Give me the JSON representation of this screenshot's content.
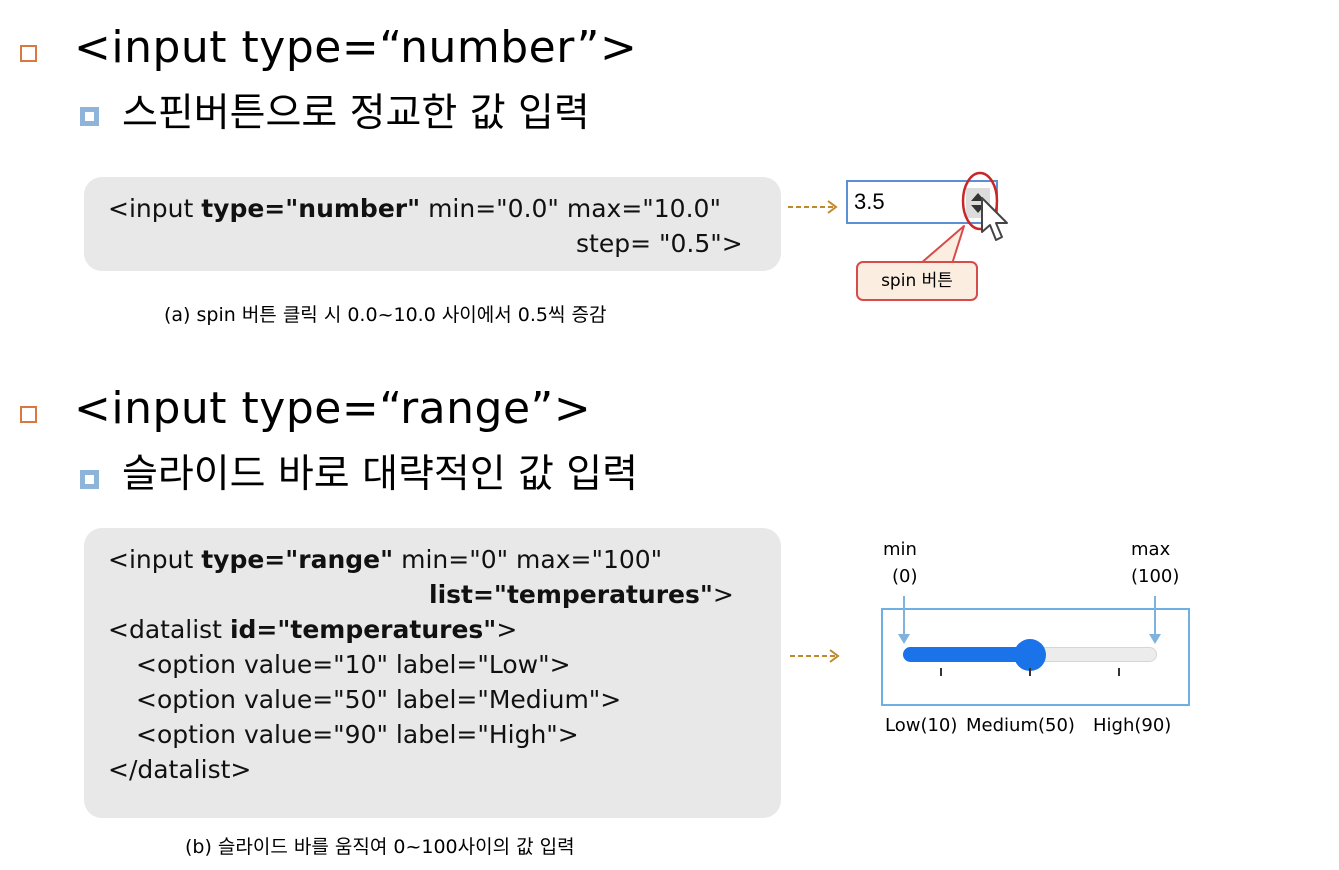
{
  "section1": {
    "heading": "<input type=“number”>",
    "subheading": "스핀버튼으로 정교한 값 입력",
    "code": {
      "l1_a": "<input ",
      "l1_b": "type=\"number\"",
      "l1_c": "  min=\"0.0\"  max=\"10.0\"",
      "l2": "step=  \"0.5\">"
    },
    "caption": "(a) spin 버튼 클릭 시 0.0~10.0 사이에서 0.5씩 증감",
    "demo": {
      "value": "3.5",
      "callout": "spin 버튼"
    }
  },
  "section2": {
    "heading": "<input type=“range”>",
    "subheading": "슬라이드 바로 대략적인 값 입력",
    "code": {
      "l1_a": "<input ",
      "l1_b": "type=\"range\"",
      "l1_c": "  min=\"0\"  max=\"100\"",
      "l2_b": "list=\"temperatures\"",
      "l2_c": ">",
      "l3_a": "<datalist ",
      "l3_b": "id=\"temperatures\"",
      "l3_c": ">",
      "l4": "<option value=\"10\"  label=\"Low\">",
      "l5": "<option value=\"50\"  label=\"Medium\">",
      "l6": "<option value=\"90\"  label=\"High\">",
      "l7": "</datalist>"
    },
    "caption": "(b) 슬라이드 바를 움직여 0~100사이의 값 입력",
    "demo": {
      "min_label": "min",
      "min_value": "(0)",
      "max_label": "max",
      "max_value": "(100)",
      "value": 50,
      "min": 0,
      "max": 100,
      "ticks": [
        10,
        50,
        90
      ],
      "tick_labels": [
        "Low(10)",
        "Medium(50)",
        "High(90)"
      ]
    }
  },
  "colors": {
    "orange_bullet": "#d9793f",
    "blue_bullet": "#8fb4d9",
    "code_bg": "#e8e8e8",
    "arrow": "#c08a2c",
    "slider": "#1a73e8",
    "callout_border": "#d84b4b"
  }
}
